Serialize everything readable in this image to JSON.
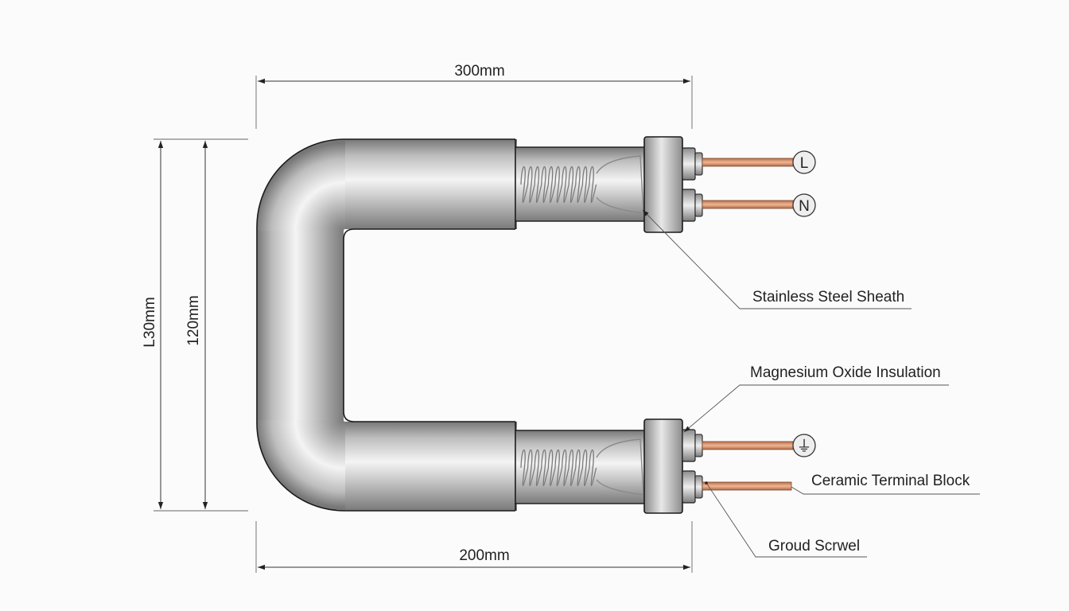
{
  "dimensions": {
    "top": "300mm",
    "bottom": "200mm",
    "left_outer": "L30mm",
    "left_inner": "120mm"
  },
  "terminals": {
    "line": "L",
    "neutral": "N",
    "ground_symbol": "⏚"
  },
  "callouts": {
    "sheath": "Stainless Steel Sheath",
    "insulation": "Magnesium Oxide Insulation",
    "terminal_block": "Ceramic Terminal Block",
    "ground_screw": "Groud Scrwel"
  },
  "colors": {
    "copper": "#d9926a",
    "steel_dark": "#6e6e6e",
    "steel_light": "#f2f2f2",
    "outline": "#1a1a1a"
  }
}
